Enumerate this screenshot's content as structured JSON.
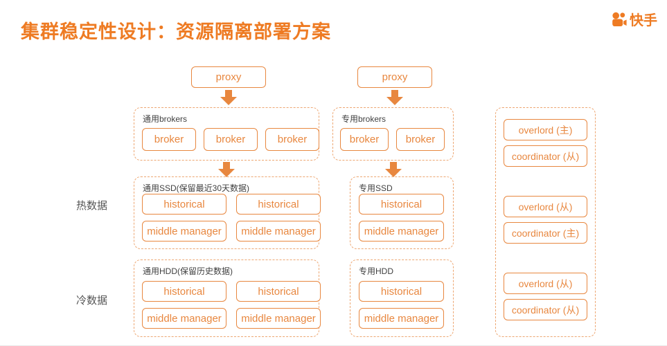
{
  "header": {
    "title": "集群稳定性设计：资源隔离部署方案",
    "brand": "快手"
  },
  "colors": {
    "accent": "#E8873F",
    "title_accent": "#EE7B23",
    "dashed_border": "#EDA671",
    "group_label_text": "#3F3F3F",
    "row_label_text": "#555555"
  },
  "proxy_row": {
    "proxy_left": "proxy",
    "proxy_right": "proxy"
  },
  "row_labels": {
    "hot": "热数据",
    "cold": "冷数据"
  },
  "groups": {
    "general_brokers": {
      "label": "通用brokers",
      "nodes": [
        "broker",
        "broker",
        "broker"
      ]
    },
    "dedicated_brokers": {
      "label": "专用brokers",
      "nodes": [
        "broker",
        "broker"
      ]
    },
    "general_ssd": {
      "label": "通用SSD(保留最近30天数据)",
      "nodes": [
        "historical",
        "historical",
        "middle manager",
        "middle manager"
      ]
    },
    "dedicated_ssd": {
      "label": "专用SSD",
      "nodes": [
        "historical",
        "middle manager"
      ]
    },
    "general_hdd": {
      "label": "通用HDD(保留历史数据)",
      "nodes": [
        "historical",
        "historical",
        "middle manager",
        "middle manager"
      ]
    },
    "dedicated_hdd": {
      "label": "专用HDD",
      "nodes": [
        "historical",
        "middle manager"
      ]
    },
    "coordinators": {
      "nodes": [
        "overlord (主)",
        "coordinator (从)",
        "overlord (从)",
        "coordinator (主)",
        "overlord (从)",
        "coordinator (从)"
      ]
    }
  }
}
